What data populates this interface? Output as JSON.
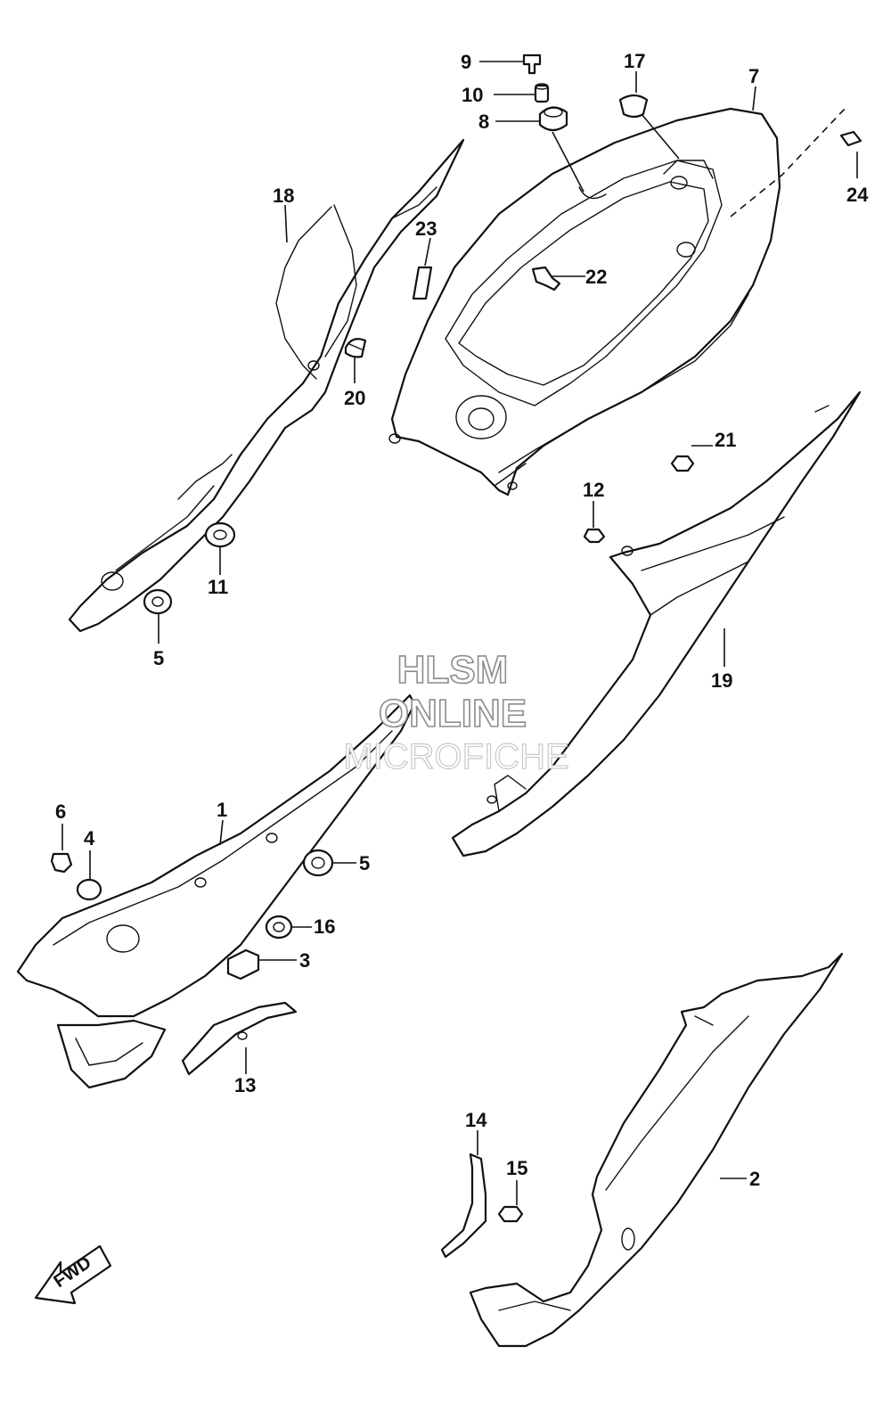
{
  "watermark": {
    "line1": "HLSM",
    "line2": "ONLINE",
    "line3": "MICROFICHE"
  },
  "direction_label": "FWD",
  "callouts": {
    "c1": "1",
    "c2": "2",
    "c3": "3",
    "c4": "4",
    "c5a": "5",
    "c5b": "5",
    "c6": "6",
    "c7": "7",
    "c8": "8",
    "c9": "9",
    "c10": "10",
    "c11": "11",
    "c12": "12",
    "c13": "13",
    "c14": "14",
    "c15": "15",
    "c16": "16",
    "c17": "17",
    "c18": "18",
    "c19": "19",
    "c20": "20",
    "c21": "21",
    "c22": "22",
    "c23": "23",
    "c24": "24"
  },
  "colors": {
    "line": "#111111",
    "watermark_outline": "#8c8c8c",
    "background": "#ffffff"
  }
}
